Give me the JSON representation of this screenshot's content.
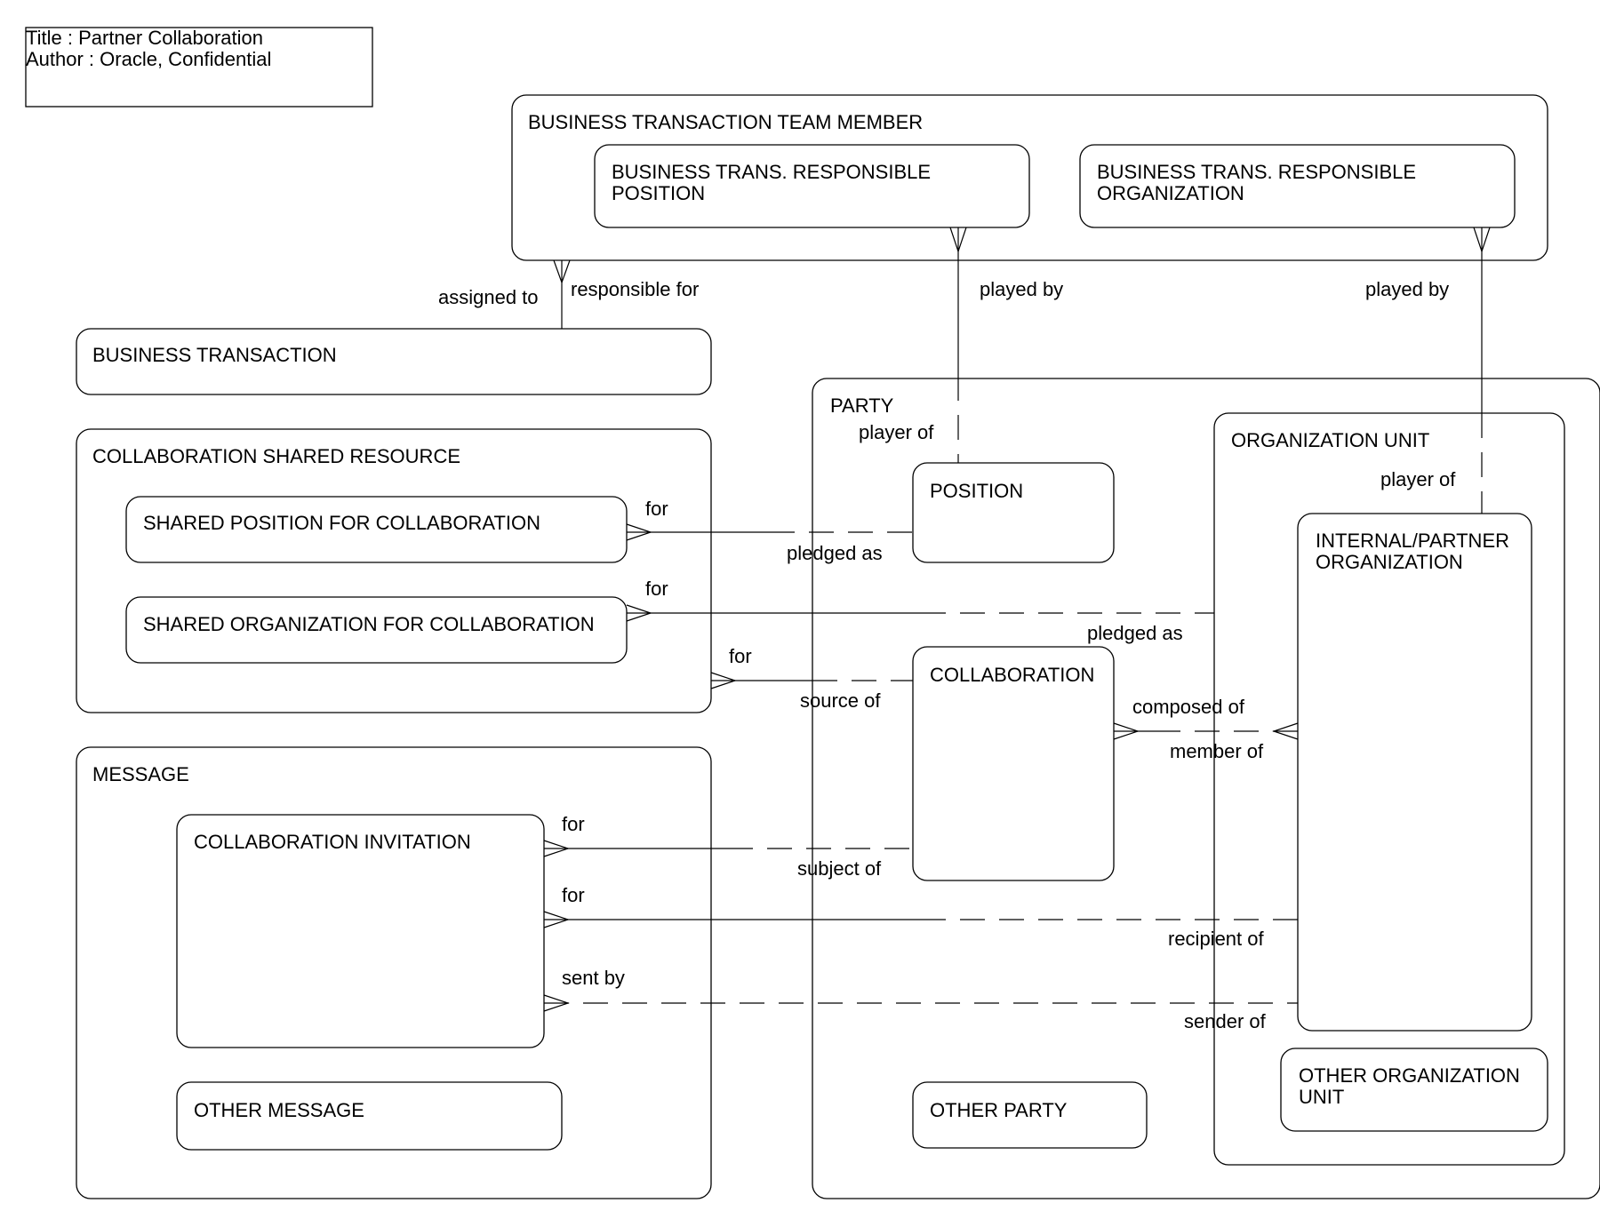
{
  "title_block": {
    "title": "Title : Partner Collaboration",
    "author": "Author : Oracle, Confidential"
  },
  "entities": {
    "bt_team_member": "BUSINESS TRANSACTION TEAM MEMBER",
    "bt_resp_position": [
      "BUSINESS TRANS. RESPONSIBLE",
      "POSITION"
    ],
    "bt_resp_org": [
      "BUSINESS TRANS. RESPONSIBLE",
      "ORGANIZATION"
    ],
    "business_transaction": "BUSINESS TRANSACTION",
    "collab_shared_resource": "COLLABORATION SHARED RESOURCE",
    "shared_position": "SHARED POSITION FOR COLLABORATION",
    "shared_org": "SHARED ORGANIZATION FOR COLLABORATION",
    "message": "MESSAGE",
    "collab_invitation": "COLLABORATION INVITATION",
    "other_message": "OTHER MESSAGE",
    "party": "PARTY",
    "position": "POSITION",
    "collaboration": "COLLABORATION",
    "other_party": "OTHER PARTY",
    "org_unit": "ORGANIZATION UNIT",
    "internal_partner_org": [
      "INTERNAL/PARTNER",
      "ORGANIZATION"
    ],
    "other_org_unit": [
      "OTHER ORGANIZATION",
      "UNIT"
    ]
  },
  "relationships": {
    "assigned_to": "assigned to",
    "responsible_for": "responsible for",
    "played_by_position": "played by",
    "played_by_org": "played by",
    "player_of_position": "player of",
    "player_of_org": "player of",
    "for_shared_position": "for",
    "pledged_as_position": "pledged as",
    "for_shared_org": "for",
    "pledged_as_org": "pledged as",
    "for_collab_resource": "for",
    "source_of": "source of",
    "composed_of": "composed of",
    "member_of": "member of",
    "for_invitation_collab": "for",
    "subject_of": "subject of",
    "for_invitation_recipient": "for",
    "recipient_of": "recipient of",
    "sent_by": "sent by",
    "sender_of": "sender of"
  }
}
